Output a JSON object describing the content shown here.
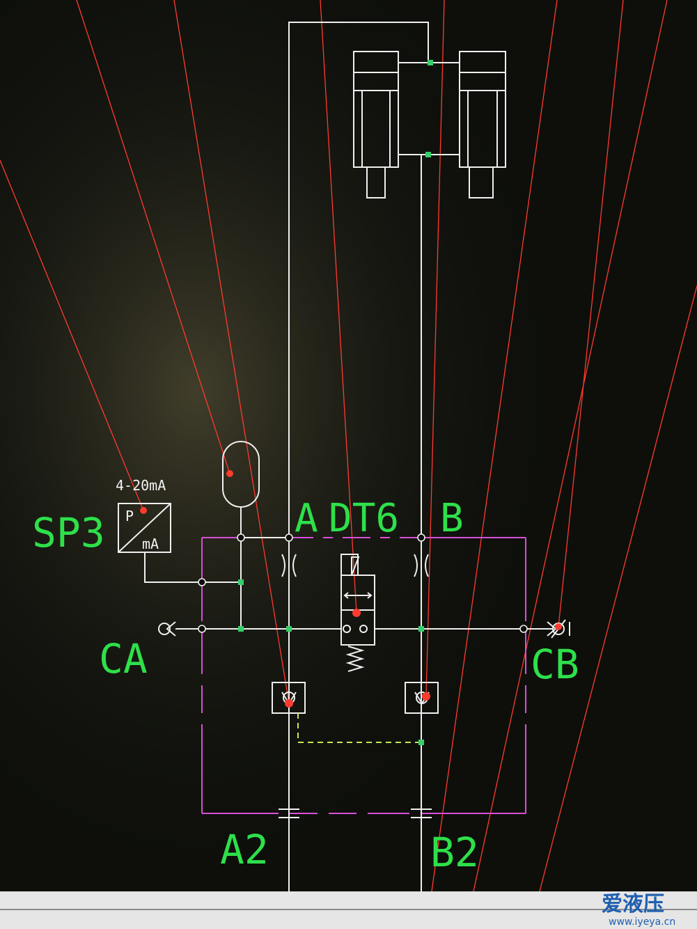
{
  "colors": {
    "background": "#0e0f0b",
    "line": "#f0f0f0",
    "label": "#2ee04a",
    "block_outline": "#d94fd9",
    "red_line": "#ff3b2f",
    "pilot_line": "#c8e85a",
    "junction": "#35d06a"
  },
  "labels": {
    "sp3": "SP3",
    "ma_range": "4-20mA",
    "p": "P",
    "ma": "mA",
    "a": "A",
    "dt6": "DT6",
    "b": "B",
    "ca": "CA",
    "cb": "CB",
    "a2": "A2",
    "b2": "B2"
  },
  "watermark": {
    "brand_cn": "爱液压",
    "url": "www.iyeya.cn"
  }
}
